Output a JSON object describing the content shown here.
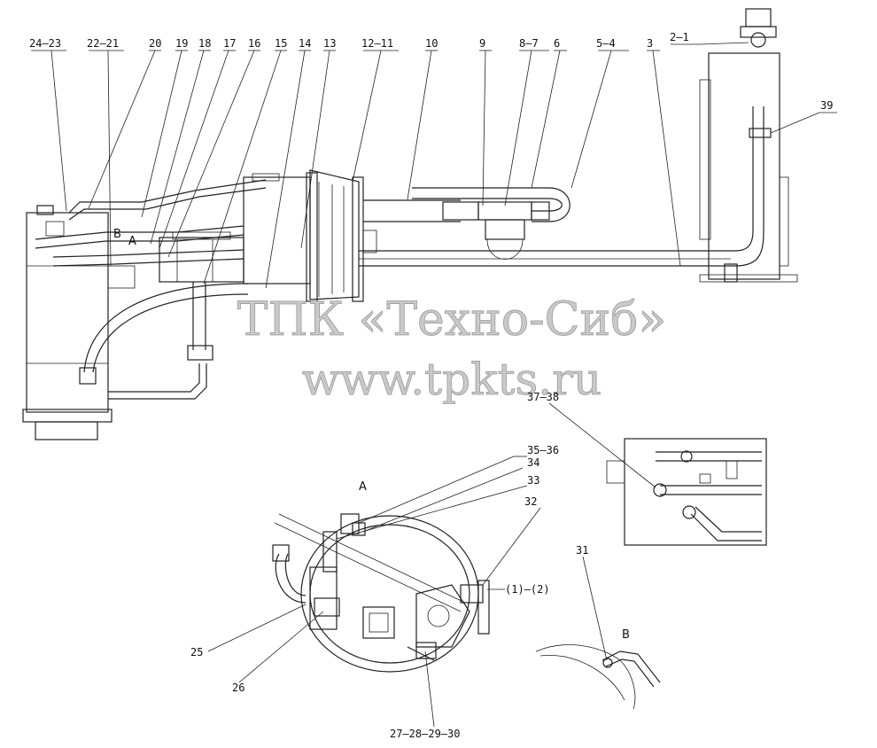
{
  "callouts": {
    "c24_23": "24—23",
    "c22_21": "22—21",
    "c20": "20",
    "c19": "19",
    "c18": "18",
    "c17": "17",
    "c16": "16",
    "c15": "15",
    "c14": "14",
    "c13": "13",
    "c12_11": "12—11",
    "c10": "10",
    "c9": "9",
    "c8_7": "8—7",
    "c6": "6",
    "c5_4": "5—4",
    "c3": "3",
    "c2_1": "2—1",
    "c39": "39",
    "c37_38": "37—38",
    "c35_36": "35—36",
    "c34": "34",
    "c33": "33",
    "c32": "32",
    "c1_2": "(1)—(2)",
    "c31": "31",
    "c25": "25",
    "c26": "26",
    "c27_30": "27—28—29—30"
  },
  "views": {
    "A": "A",
    "B": "B",
    "small_B": "B",
    "small_A": "A"
  },
  "watermark": {
    "line1": "ТПК «Техно-Сиб»",
    "line2": "www.tpkts.ru"
  }
}
